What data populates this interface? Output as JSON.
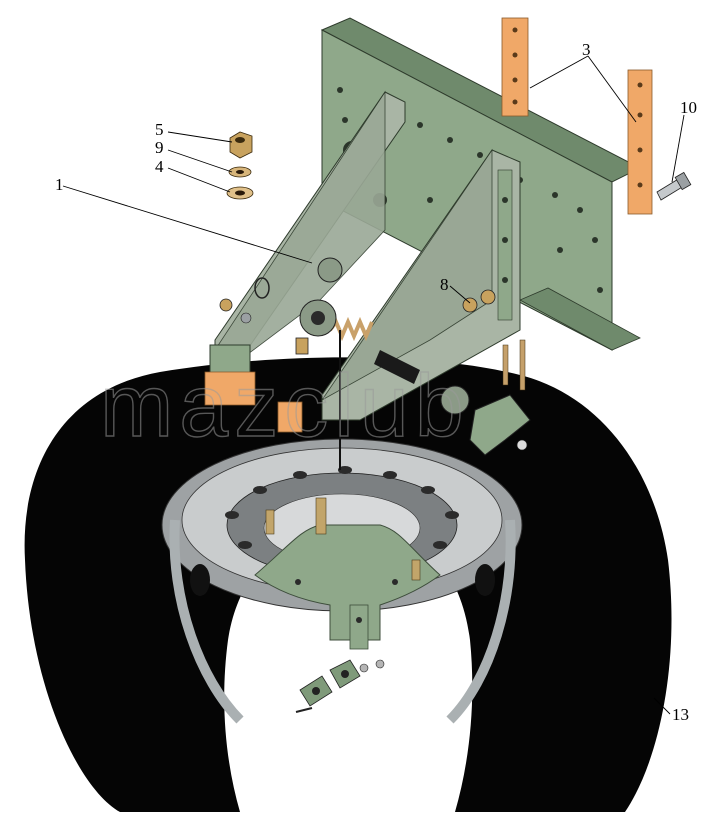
{
  "callouts": {
    "c1": "1",
    "c3": "3",
    "c4": "4",
    "c5": "5",
    "c8": "8",
    "c9": "9",
    "c10": "10",
    "c13": "13"
  },
  "watermark": "mazclub",
  "colors": {
    "bracket": "#8fa88a",
    "bracket_dark": "#6f8a6c",
    "plate": "#f0a868",
    "tire": "#050505",
    "rim": "#b9bcbe",
    "hub": "#8fa88a"
  }
}
